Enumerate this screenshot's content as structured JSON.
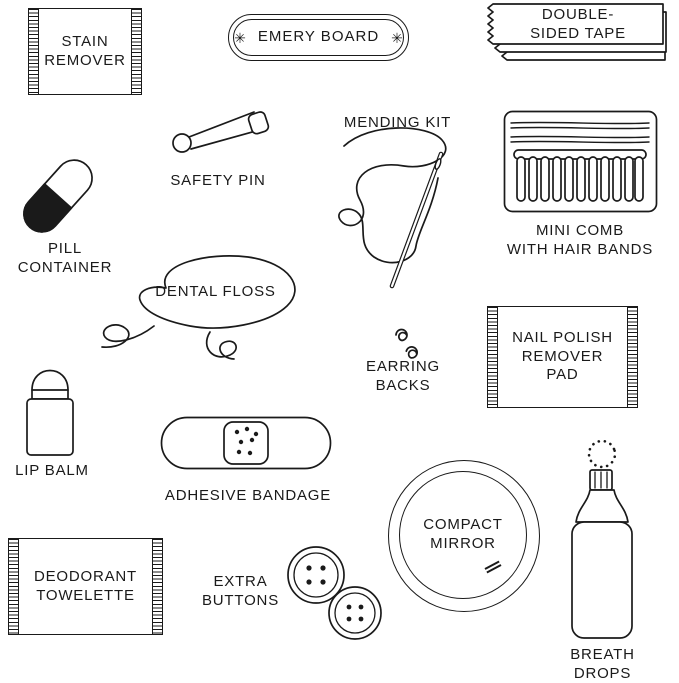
{
  "colors": {
    "ink": "#1a1a1a",
    "background": "#ffffff"
  },
  "items": {
    "stain_remover": {
      "label": "STAIN\nREMOVER"
    },
    "emery_board": {
      "label": "EMERY BOARD",
      "sparkle_icon": "✳"
    },
    "double_sided_tape": {
      "label": "DOUBLE-\nSIDED TAPE"
    },
    "safety_pin": {
      "label": "SAFETY PIN"
    },
    "mending_kit": {
      "label": "MENDING KIT"
    },
    "mini_comb": {
      "label": "MINI COMB\nWITH HAIR BANDS"
    },
    "pill_container": {
      "label": "PILL\nCONTAINER"
    },
    "dental_floss": {
      "label": "DENTAL FLOSS"
    },
    "earring_backs": {
      "label": "EARRING\nBACKS"
    },
    "nail_polish_pad": {
      "label": "NAIL POLISH\nREMOVER\nPAD"
    },
    "lip_balm": {
      "label": "LIP BALM"
    },
    "adhesive_bandage": {
      "label": "ADHESIVE BANDAGE"
    },
    "compact_mirror": {
      "label": "COMPACT\nMIRROR"
    },
    "breath_drops": {
      "label": "BREATH\nDROPS"
    },
    "deodorant_towelette": {
      "label": "DEODORANT\nTOWELETTE"
    },
    "extra_buttons": {
      "label": "EXTRA\nBUTTONS"
    }
  }
}
